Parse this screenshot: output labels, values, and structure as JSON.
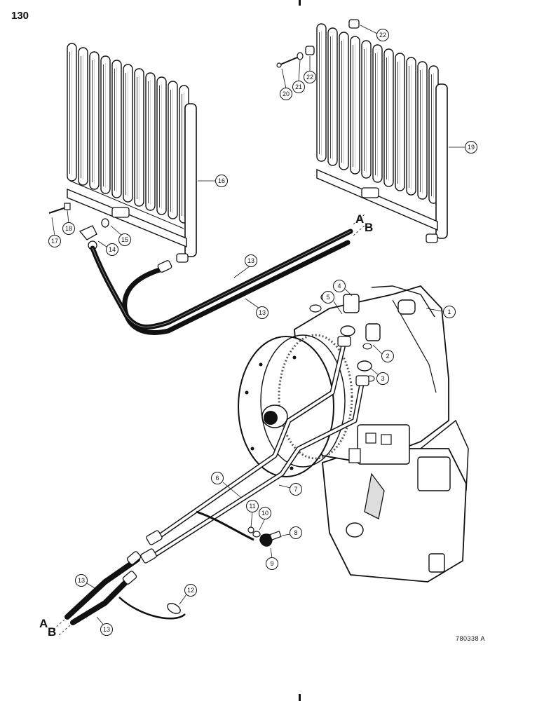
{
  "page": {
    "number": "130",
    "figure_code": "780338 A"
  },
  "hose_ends": {
    "upper_a": "A",
    "upper_b": "B",
    "lower_a": "A",
    "lower_b": "B"
  },
  "callouts": [
    {
      "key": "c1",
      "label": "1"
    },
    {
      "key": "c2",
      "label": "2"
    },
    {
      "key": "c3",
      "label": "3"
    },
    {
      "key": "c4",
      "label": "4"
    },
    {
      "key": "c5",
      "label": "5"
    },
    {
      "key": "c6",
      "label": "6"
    },
    {
      "key": "c7",
      "label": "7"
    },
    {
      "key": "c8",
      "label": "8"
    },
    {
      "key": "c9",
      "label": "9"
    },
    {
      "key": "c10",
      "label": "10"
    },
    {
      "key": "c11",
      "label": "11"
    },
    {
      "key": "c12",
      "label": "12"
    },
    {
      "key": "c13a",
      "label": "13"
    },
    {
      "key": "c13b",
      "label": "13"
    },
    {
      "key": "c13c",
      "label": "13"
    },
    {
      "key": "c13d",
      "label": "13"
    },
    {
      "key": "c14",
      "label": "14"
    },
    {
      "key": "c15",
      "label": "15"
    },
    {
      "key": "c16",
      "label": "16"
    },
    {
      "key": "c17",
      "label": "17"
    },
    {
      "key": "c18",
      "label": "18"
    },
    {
      "key": "c19",
      "label": "19"
    },
    {
      "key": "c20",
      "label": "20"
    },
    {
      "key": "c21",
      "label": "21"
    },
    {
      "key": "c22a",
      "label": "22"
    },
    {
      "key": "c22b",
      "label": "22"
    }
  ]
}
